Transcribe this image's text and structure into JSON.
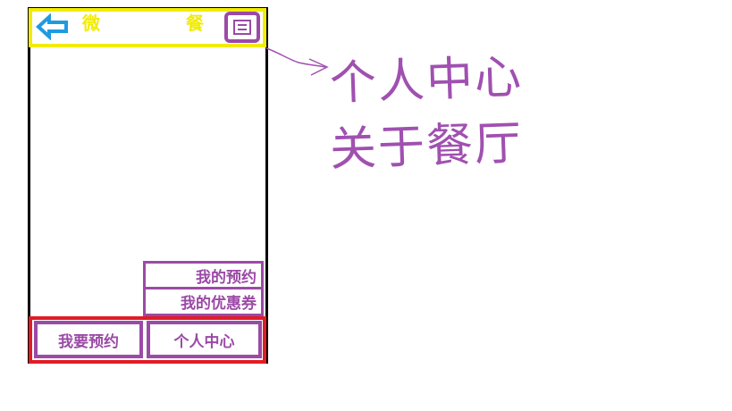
{
  "header": {
    "title_left": "微",
    "title_right": "餐",
    "back_icon": "back-arrow-icon",
    "menu_icon": "menu-icon"
  },
  "popup_menu": {
    "items": [
      "我的预约",
      "我的优惠券"
    ]
  },
  "bottom_nav": {
    "items": [
      "我要预约",
      "个人中心"
    ]
  },
  "annotation": {
    "line1": "个人中心",
    "line2": "关于餐厅"
  },
  "colors": {
    "header_border": "#f2ec00",
    "title_text": "#f2ec00",
    "back_arrow": "#1e9be0",
    "accent_purple": "#9b4aa6",
    "bottom_border": "#e21c24",
    "phone_frame": "#000000"
  }
}
